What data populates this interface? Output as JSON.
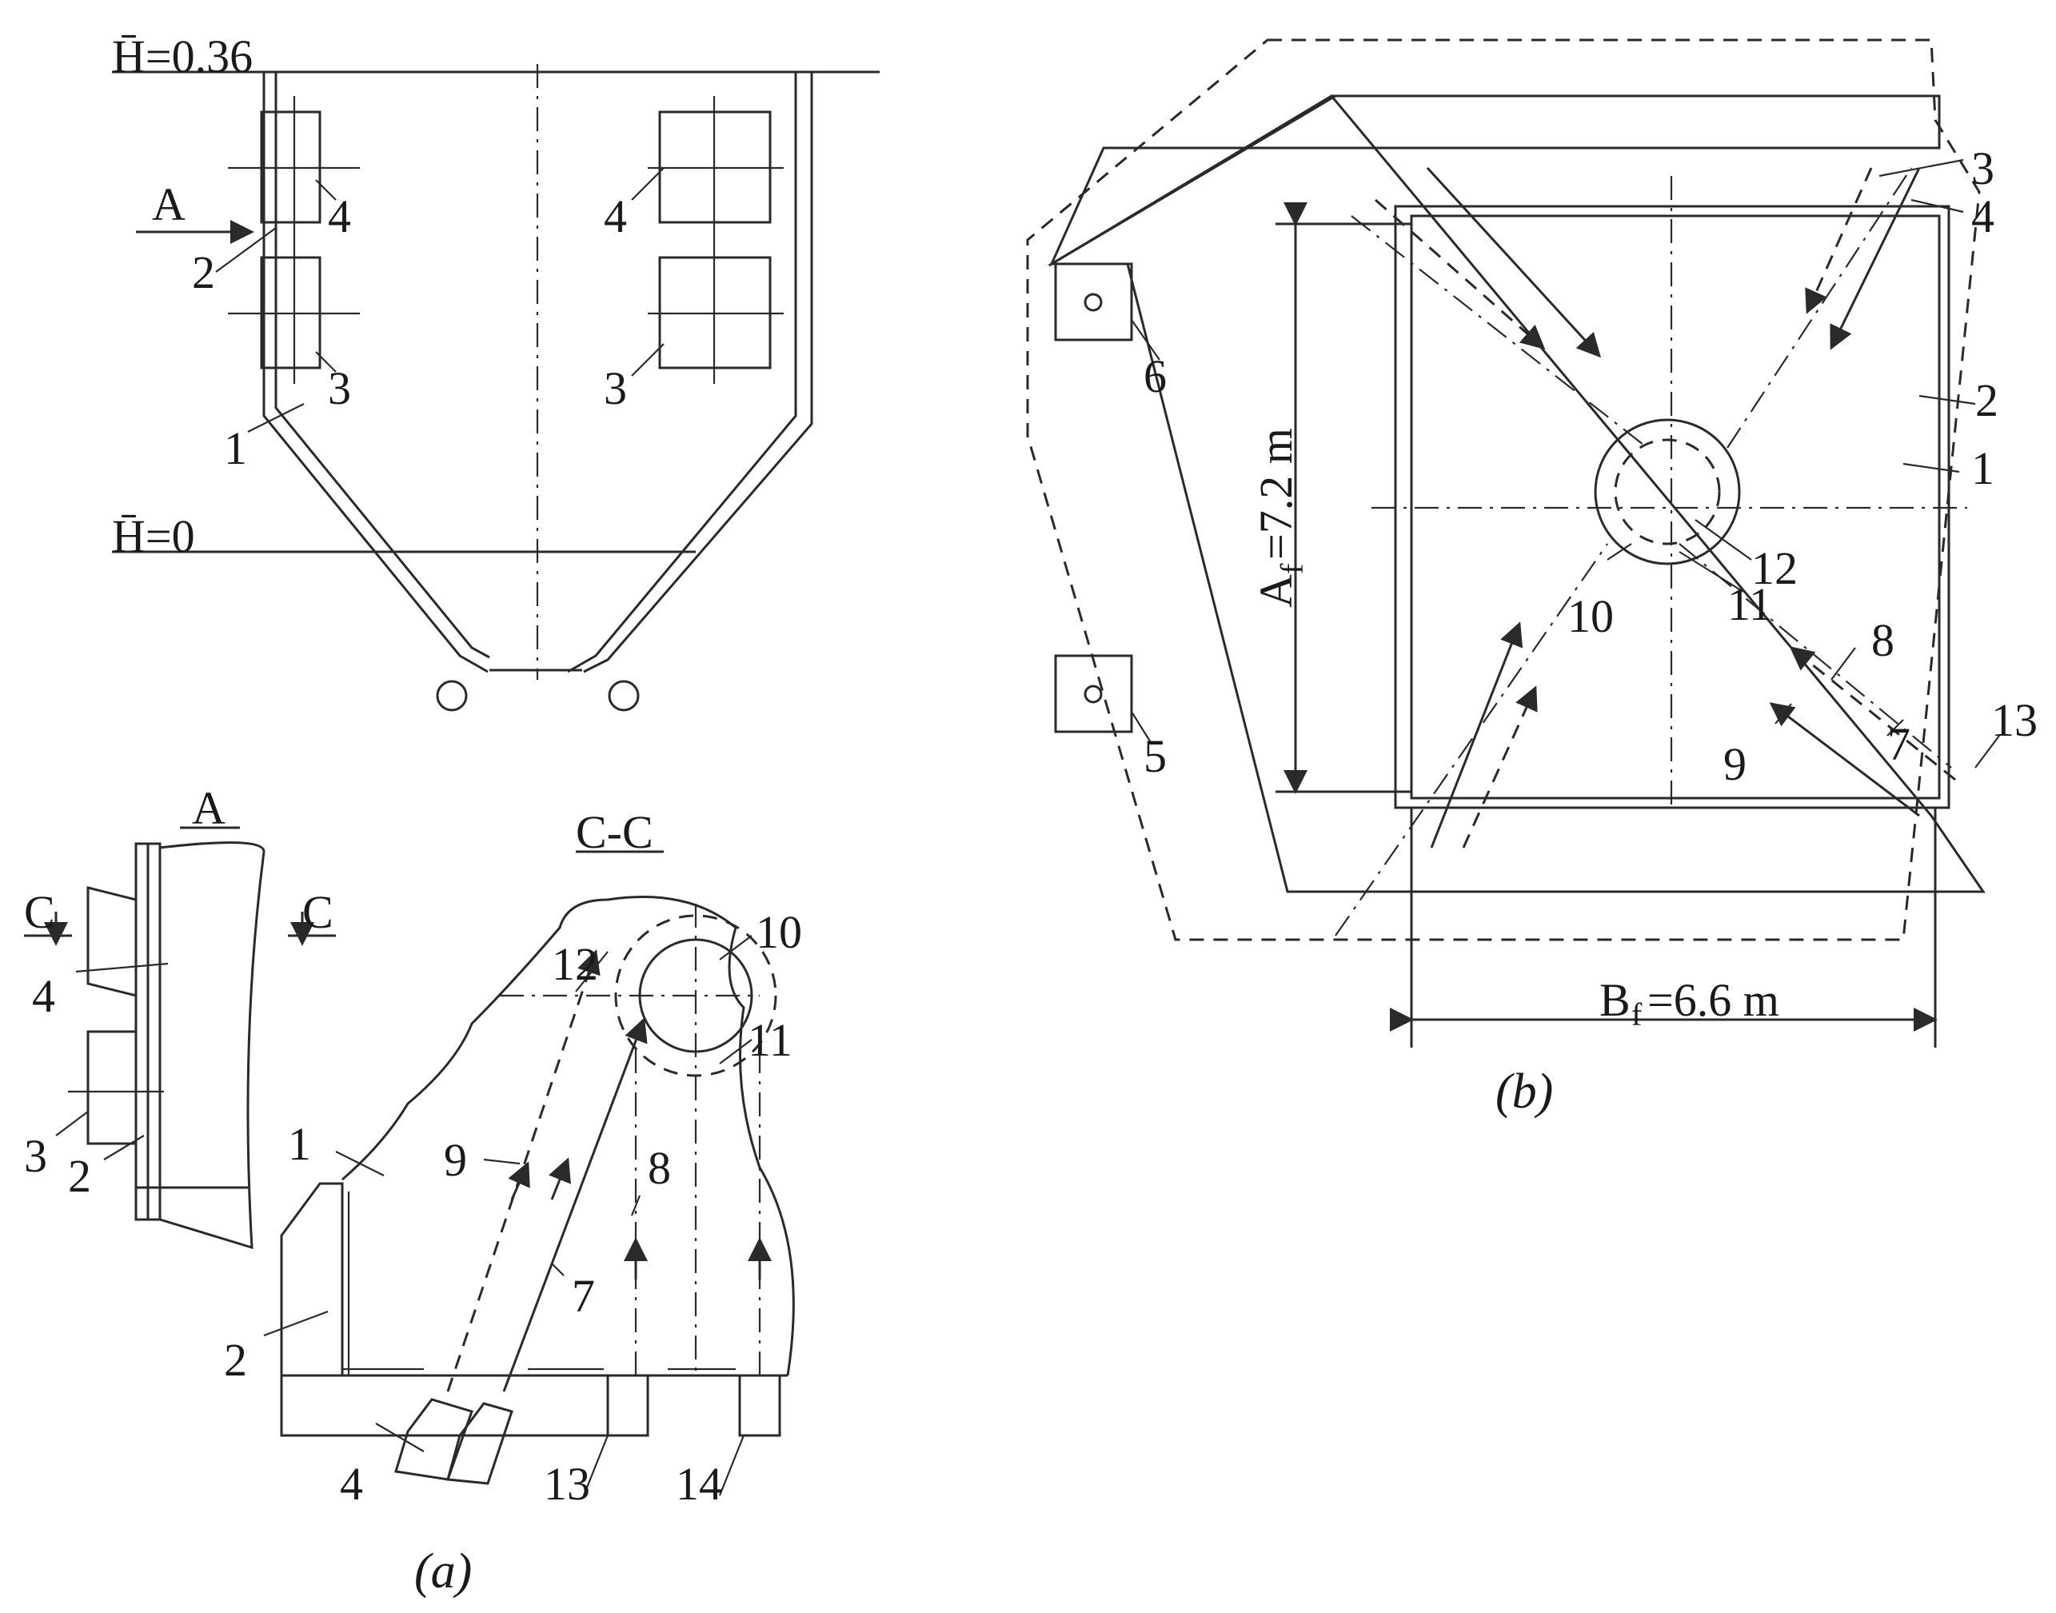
{
  "part_a": {
    "level_top": "H̄=0.36",
    "level_bottom": "H̄=0",
    "view_arrow": "A",
    "view_title": "A",
    "section_title": "C-C",
    "section_mark": "C",
    "caption": "(a)"
  },
  "part_b": {
    "dim_a": "A",
    "dim_a_sub": "f",
    "dim_a_value": "=7.2 m",
    "dim_b": "B",
    "dim_b_sub": "f",
    "dim_b_value": "=6.6 m",
    "caption": "(b)"
  },
  "labels": {
    "n1": "1",
    "n2": "2",
    "n3": "3",
    "n4": "4",
    "n5": "5",
    "n6": "6",
    "n7": "7",
    "n8": "8",
    "n9": "9",
    "n10": "10",
    "n11": "11",
    "n12": "12",
    "n13": "13",
    "n14": "14"
  }
}
